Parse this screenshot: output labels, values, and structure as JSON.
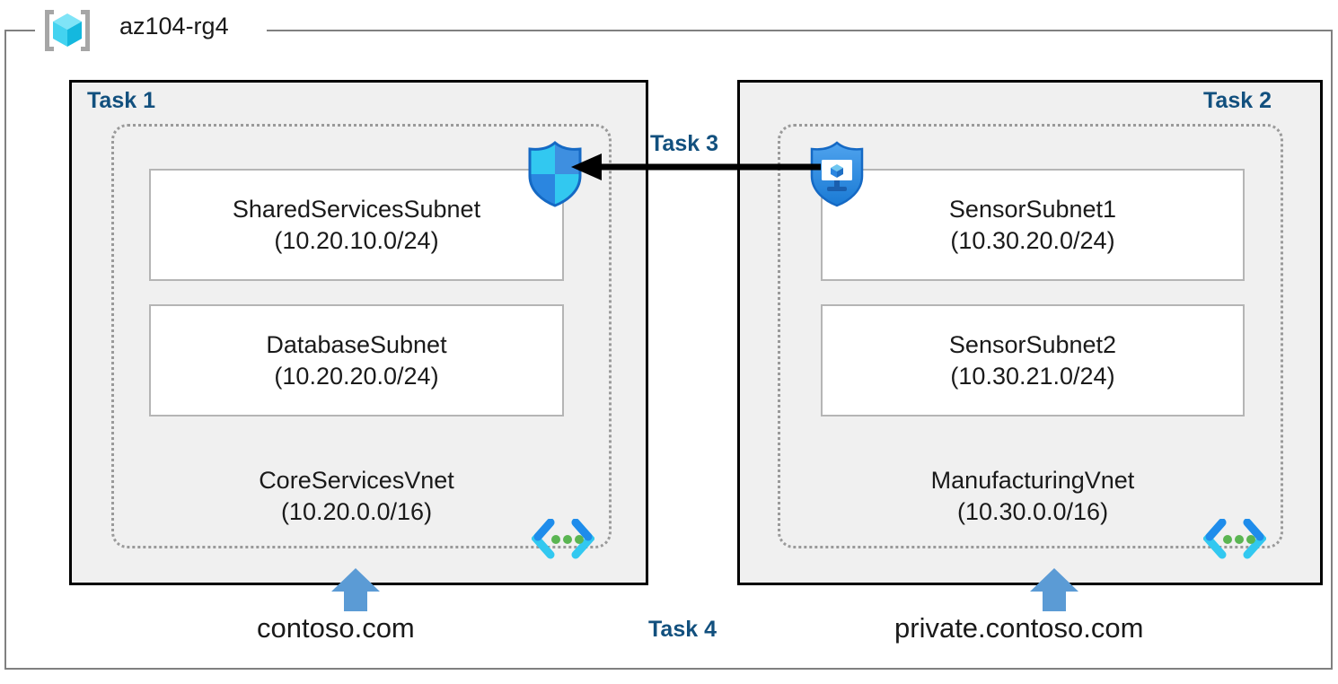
{
  "diagram": {
    "resource_group": {
      "name": "az104-rg4",
      "icon": "azure-resource-group-cube-icon"
    },
    "task_labels": {
      "task1": "Task 1",
      "task2": "Task 2",
      "task3": "Task 3",
      "task4": "Task 4"
    },
    "colors": {
      "task_label": "#12507e",
      "panel_fill": "#f0f0f0",
      "panel_border": "#000000",
      "vnet_border": "#9a9a9a",
      "subnet_border": "#b5b5b5",
      "dns_arrow": "#5b9bd5",
      "peering_arrow": "#000000",
      "icon_blue": "#1f8ceb",
      "icon_cyan": "#32c8f0",
      "icon_green": "#5ab552"
    },
    "vnets": [
      {
        "name": "CoreServicesVnet",
        "cidr": "(10.20.0.0/16)",
        "dns_zone": "contoso.com",
        "subnets": [
          {
            "name": "SharedServicesSubnet",
            "cidr": "(10.20.10.0/24)"
          },
          {
            "name": "DatabaseSubnet",
            "cidr": "(10.20.20.0/24)"
          }
        ]
      },
      {
        "name": "ManufacturingVnet",
        "cidr": "(10.30.0.0/16)",
        "dns_zone": "private.contoso.com",
        "subnets": [
          {
            "name": "SensorSubnet1",
            "cidr": "(10.30.20.0/24)"
          },
          {
            "name": "SensorSubnet2",
            "cidr": "(10.30.21.0/24)"
          }
        ]
      }
    ],
    "icons": {
      "shield": "shield-icon",
      "shield_vm": "shield-virtual-machine-icon",
      "brackets": "code-brackets-template-icon",
      "peering_arrow": "left-arrow-icon",
      "dns_arrow": "up-arrow-icon"
    }
  }
}
